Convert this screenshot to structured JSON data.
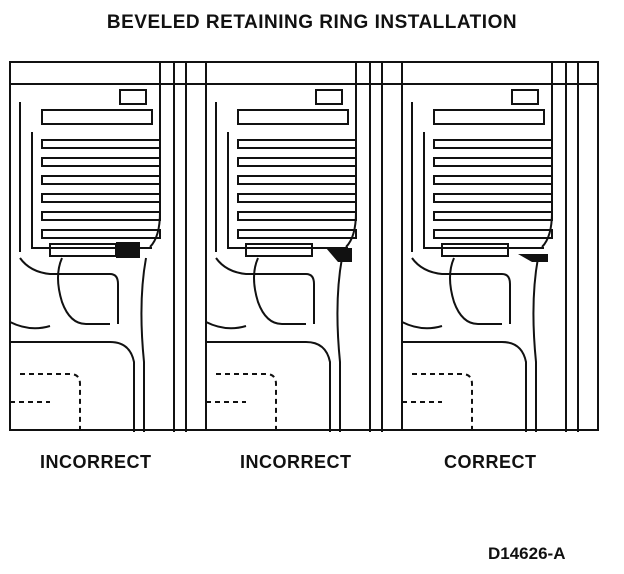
{
  "title": "BEVELED RETAINING RING INSTALLATION",
  "panels": [
    {
      "caption": "INCORRECT",
      "ring_variant": "flat"
    },
    {
      "caption": "INCORRECT",
      "ring_variant": "bevel-down"
    },
    {
      "caption": "CORRECT",
      "ring_variant": "bevel-up"
    }
  ],
  "figure_id": "D14626-A",
  "colors": {
    "line": "#111111",
    "background": "#ffffff",
    "ring_fill": "#111111"
  }
}
